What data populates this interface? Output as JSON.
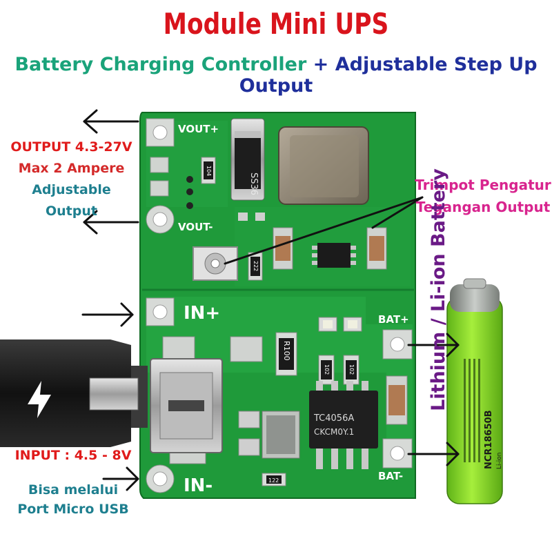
{
  "title": "Module Mini UPS",
  "subtitle": {
    "part1": "Battery Charging Controller",
    "plus": " + ",
    "part2": "Adjustable Step Up Output"
  },
  "output_label": {
    "line1": "OUTPUT 4.3-27V",
    "line2": "Max 2 Ampere",
    "line3": "Adjustable Output"
  },
  "trimpot_label": {
    "line1": "Trimpot Pengatur",
    "line2": "Tegangan Output"
  },
  "input_label": {
    "line1": "INPUT : 4.5 - 8V",
    "line2": "Bisa melalui",
    "line3": "Port Micro USB"
  },
  "battery_label": "Lithium / Li-ion Battery",
  "board": {
    "vout_plus": "VOUT+",
    "vout_minus": "VOUT-",
    "in_plus": "IN+",
    "in_minus": "IN-",
    "bat_plus": "BAT+",
    "bat_minus": "BAT-",
    "diode": "SS36",
    "chip": "TC4056A",
    "chip_code": "CKCM0Y.1",
    "resistor_r100": "R100",
    "resistor_104": "104",
    "resistor_222": "222",
    "resistor_102a": "102",
    "resistor_102b": "102",
    "resistor_122": "122",
    "colors": {
      "pcb": "#1f9a3a",
      "pcb_dark": "#147a2c",
      "pad": "#c9ccc9"
    }
  },
  "cell": {
    "model": "NCR18650B",
    "brand": "Li-ion",
    "colors": {
      "body": "#8ee02a",
      "cap": "#9aa09a"
    }
  }
}
